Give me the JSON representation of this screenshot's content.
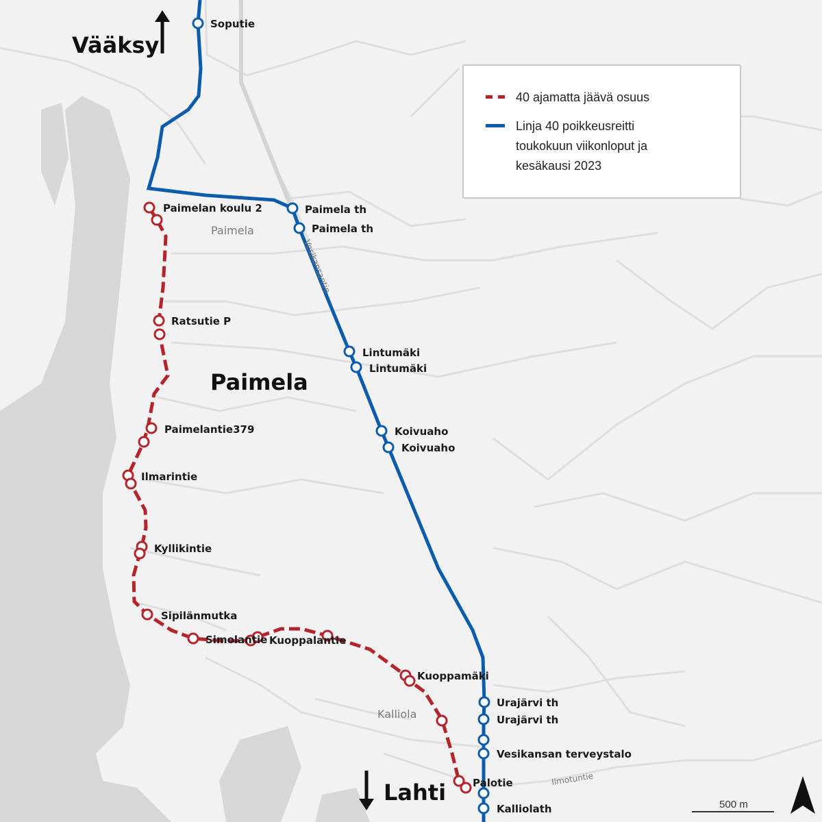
{
  "map": {
    "directions": {
      "north": "Vääksy",
      "south": "Lahti"
    },
    "area_label_big": "Paimela",
    "place_labels": {
      "paimela": "Paimela",
      "kalliola": "Kalliola"
    },
    "road_labels": {
      "vesikansantie": "Vesikansantie",
      "ilmotuntie": "Ilmotuntie"
    },
    "legend": {
      "cancelled": "40 ajamatta jäävä osuus",
      "detour": "Linja 40 poikkeusreitti toukokuun viikonloput ja kesäkausi 2023"
    },
    "scale_label": "500 m",
    "colors": {
      "detour": "#0b5cad",
      "cancelled": "#b5242b",
      "water": "#d7d7d7",
      "land": "#f2f2f2",
      "road": "#dedede"
    },
    "icons": {
      "north_arrow": "north-arrow-icon",
      "up_arrow": "arrow-up-icon",
      "down_arrow": "arrow-down-icon"
    },
    "detour_stops": [
      {
        "name": "Soputie"
      },
      {
        "name": "Paimela th"
      },
      {
        "name": "Paimela th"
      },
      {
        "name": "Lintumäki"
      },
      {
        "name": "Lintumäki"
      },
      {
        "name": "Koivuaho"
      },
      {
        "name": "Koivuaho"
      },
      {
        "name": "Urajärvi th"
      },
      {
        "name": "Urajärvi th"
      },
      {
        "name": "Vesikansan terveystalo"
      },
      {
        "name": "Kalliolath"
      }
    ],
    "cancelled_stops": [
      {
        "name": "Paimelan koulu 2"
      },
      {
        "name": "Ratsutie P"
      },
      {
        "name": "Paimelantie379"
      },
      {
        "name": "Ilmarintie"
      },
      {
        "name": "Kyllikintie"
      },
      {
        "name": "Sipilänmutka"
      },
      {
        "name": "Simolantie"
      },
      {
        "name": "Kuoppalantie"
      },
      {
        "name": "Kuoppamäki"
      },
      {
        "name": "Palotie"
      }
    ]
  }
}
